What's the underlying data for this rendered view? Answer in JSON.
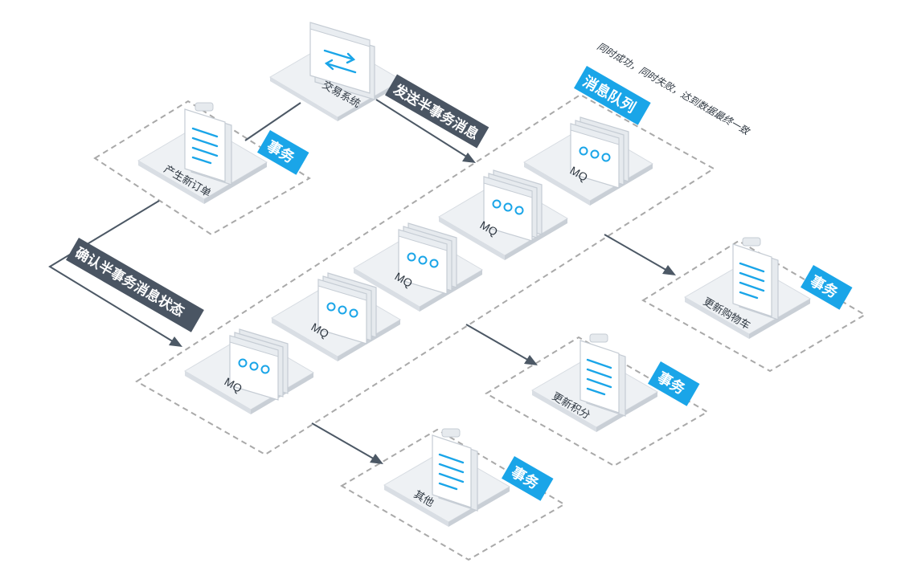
{
  "transaction_system": {
    "label": "交易系统"
  },
  "order_node": {
    "label": "产生新订单",
    "tag": "事务"
  },
  "send_half_message": {
    "label": "发送半事务消息"
  },
  "confirm_half_message": {
    "label": "确认半事务消息状态"
  },
  "message_queue": {
    "title": "消息队列",
    "note": "同时成功，同时失败，达到数据最终一致",
    "items": [
      "MQ",
      "MQ",
      "MQ",
      "MQ",
      "MQ"
    ]
  },
  "consumers": [
    {
      "label": "更新购物车",
      "tag": "事务"
    },
    {
      "label": "更新积分",
      "tag": "事务"
    },
    {
      "label": "其他",
      "tag": "事务"
    }
  ],
  "colors": {
    "accent": "#1aa5e8",
    "dark_tag": "#4a5563",
    "arrow": "#4c5865",
    "dash": "#a9a9a9"
  },
  "icons": {
    "exchange": "exchange-arrows-icon",
    "document": "clipboard-document-icon",
    "mq": "message-queue-icon"
  }
}
